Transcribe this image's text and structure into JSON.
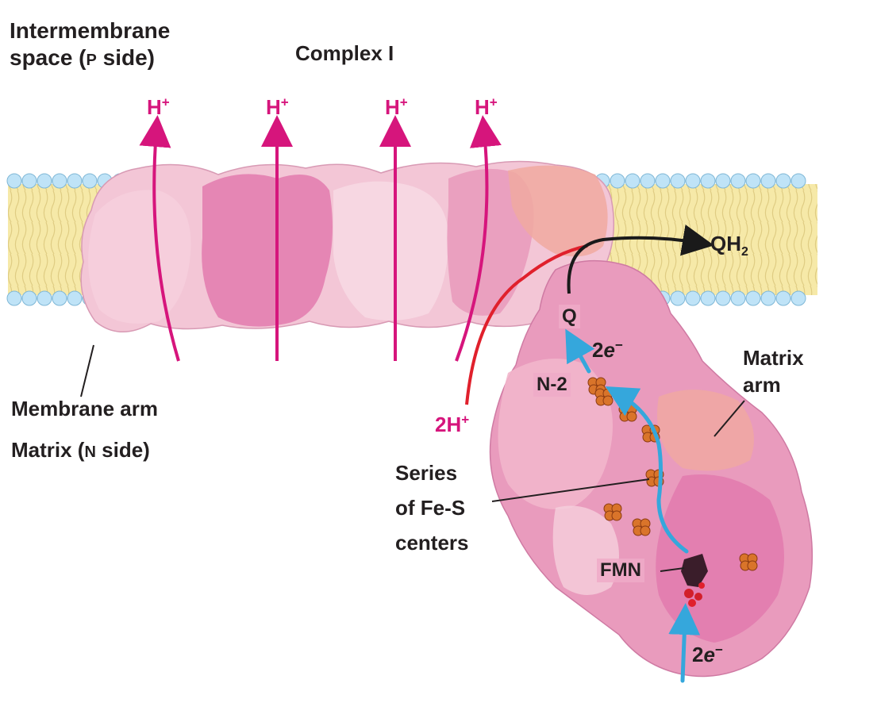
{
  "labels": {
    "intermembrane_line1": "Intermembrane",
    "intermembrane_line2": "space (",
    "p_letter": "P",
    "intermembrane_line2_end": " side)",
    "complex_title": "Complex I",
    "h_plus": "H",
    "plus": "+",
    "membrane_arm": "Membrane arm",
    "matrix_side_a": "Matrix (",
    "n_letter": "N",
    "matrix_side_b": " side)",
    "matrix_arm_1": "Matrix",
    "matrix_arm_2": "arm",
    "q": "Q",
    "qh2_main": "QH",
    "qh2_sub": "2",
    "two_e_a": "2",
    "e_letter": "e",
    "minus": "−",
    "n2": "N-2",
    "two_h": "2H",
    "fes_1": "Series",
    "fes_2": "of Fe-S",
    "fes_3": "centers",
    "fmn": "FMN"
  },
  "colors": {
    "proton_arrow": "#d6157c",
    "electron_path": "#35a7dc",
    "qh2_arrow": "#1a1a1a",
    "two_h_arrow": "#e0202c",
    "lipid_head": "#bfe3f7",
    "lipid_tail": "#f6e9a8",
    "protein_light": "#f3c6d6",
    "protein_mid": "#e99bbd",
    "protein_dark": "#e27aae",
    "fes_cluster": "#d9742a"
  }
}
